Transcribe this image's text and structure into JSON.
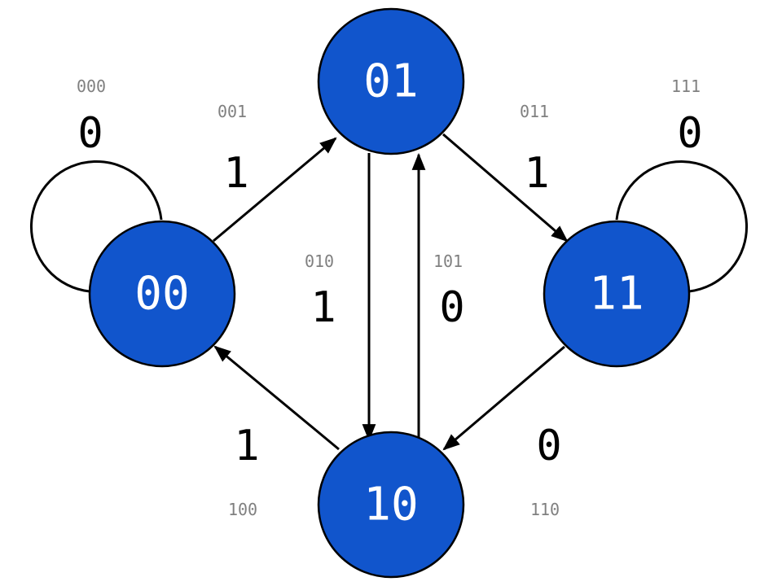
{
  "colors": {
    "node_fill": "#1155cc",
    "node_text": "#ffffff",
    "edge": "#000000",
    "edge_label": "#000000",
    "sequence_label": "#808080"
  },
  "diagram": {
    "type": "state-transition",
    "nodes": [
      {
        "id": "n00",
        "label": "00"
      },
      {
        "id": "n01",
        "label": "01"
      },
      {
        "id": "n10",
        "label": "10"
      },
      {
        "id": "n11",
        "label": "11"
      }
    ],
    "edges": [
      {
        "id": "e-00-00",
        "from": "00",
        "to": "00",
        "input": "0",
        "sequence": "000"
      },
      {
        "id": "e-00-01",
        "from": "00",
        "to": "01",
        "input": "1",
        "sequence": "001"
      },
      {
        "id": "e-01-10",
        "from": "01",
        "to": "10",
        "input": "1",
        "sequence": "010"
      },
      {
        "id": "e-10-01",
        "from": "10",
        "to": "01",
        "input": "0",
        "sequence": "101"
      },
      {
        "id": "e-01-11",
        "from": "01",
        "to": "11",
        "input": "1",
        "sequence": "011"
      },
      {
        "id": "e-11-11",
        "from": "11",
        "to": "11",
        "input": "0",
        "sequence": "111"
      },
      {
        "id": "e-10-00",
        "from": "10",
        "to": "00",
        "input": "1",
        "sequence": "100"
      },
      {
        "id": "e-11-10",
        "from": "11",
        "to": "10",
        "input": "0",
        "sequence": "110"
      }
    ]
  }
}
